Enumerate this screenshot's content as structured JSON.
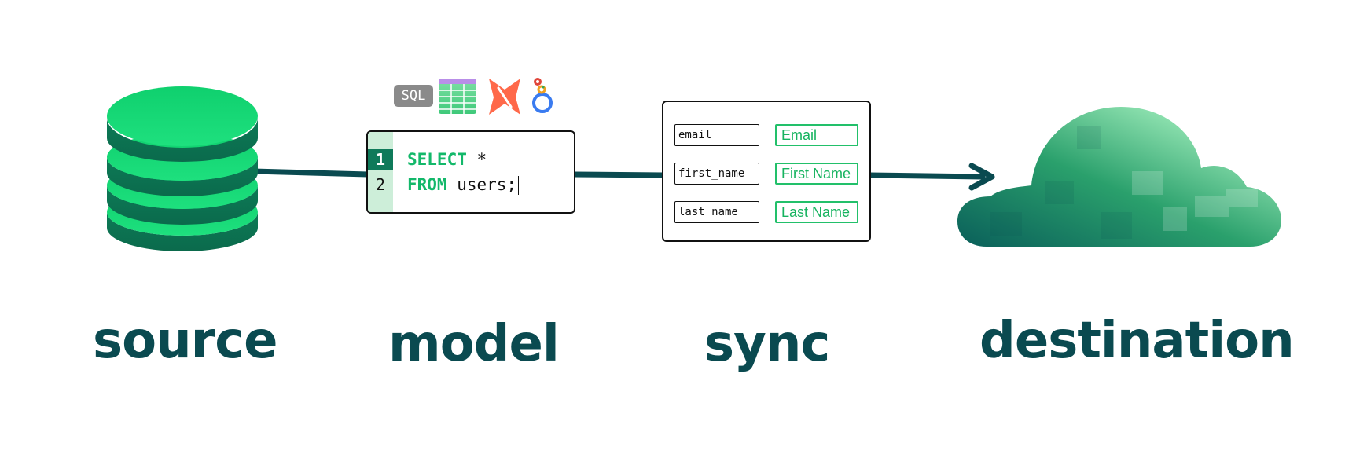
{
  "labels": {
    "source": "source",
    "model": "model",
    "sync": "sync",
    "destination": "destination"
  },
  "model": {
    "tool_badge": "SQL",
    "tool_icons": [
      "sql-icon",
      "spreadsheet-icon",
      "dbt-icon",
      "looker-icon"
    ],
    "lines": [
      {
        "number": "1",
        "keyword": "SELECT",
        "rest": " *"
      },
      {
        "number": "2",
        "keyword": "FROM",
        "rest": " users;"
      }
    ]
  },
  "sync": {
    "mappings": [
      {
        "source": "email",
        "destination": "Email"
      },
      {
        "source": "first_name",
        "destination": "First Name"
      },
      {
        "source": "last_name",
        "destination": "Last Name"
      }
    ]
  },
  "colors": {
    "connector": "#0a4a50",
    "green": "#22c06a",
    "label": "#0a4a50"
  },
  "icons": {
    "source": "database-icon",
    "destination": "cloud-icon",
    "flow_arrow": "arrow-right-icon"
  }
}
